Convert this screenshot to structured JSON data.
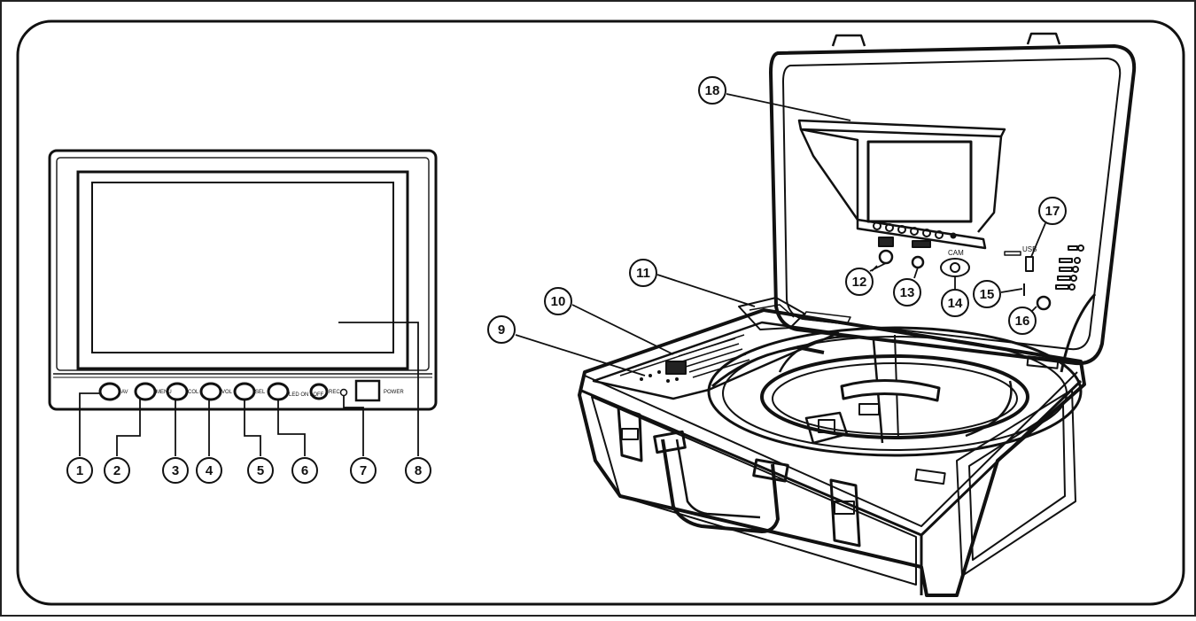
{
  "monitor": {
    "buttons": [
      {
        "label": "AV",
        "number": "1"
      },
      {
        "label": "MENU",
        "number": "2"
      },
      {
        "label": "COL",
        "number": "3"
      },
      {
        "label": "VOL",
        "number": "4"
      },
      {
        "label": "SEL",
        "number": "5"
      },
      {
        "label": "LED ON / OFF",
        "number": "6"
      }
    ],
    "rec_label": "REC",
    "power_label": "POWER",
    "power_number": "7",
    "screen_number": "8"
  },
  "case": {
    "callouts": [
      "9",
      "10",
      "11",
      "12",
      "13",
      "14",
      "15",
      "16",
      "17",
      "18"
    ],
    "cam_label": "CAM",
    "usb_label": "USB"
  }
}
